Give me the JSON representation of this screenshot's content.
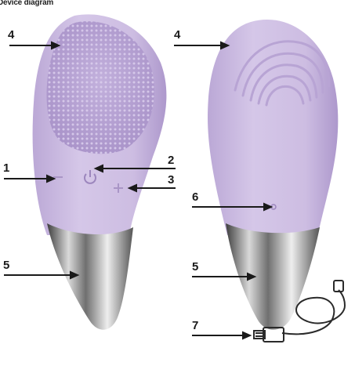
{
  "title": "Device diagram",
  "callouts": [
    "1",
    "2",
    "3",
    "4",
    "5",
    "6",
    "7"
  ],
  "colors": {
    "body": "#cdbde2",
    "body_shadow": "#a995c6",
    "bristles": "#b8a5d5",
    "chrome": "#9a9a9a",
    "line": "#1a1a1a"
  },
  "icons": [
    "minus-button-icon",
    "power-button-icon",
    "plus-button-icon",
    "charging-port-icon",
    "usb-cable-icon"
  ]
}
